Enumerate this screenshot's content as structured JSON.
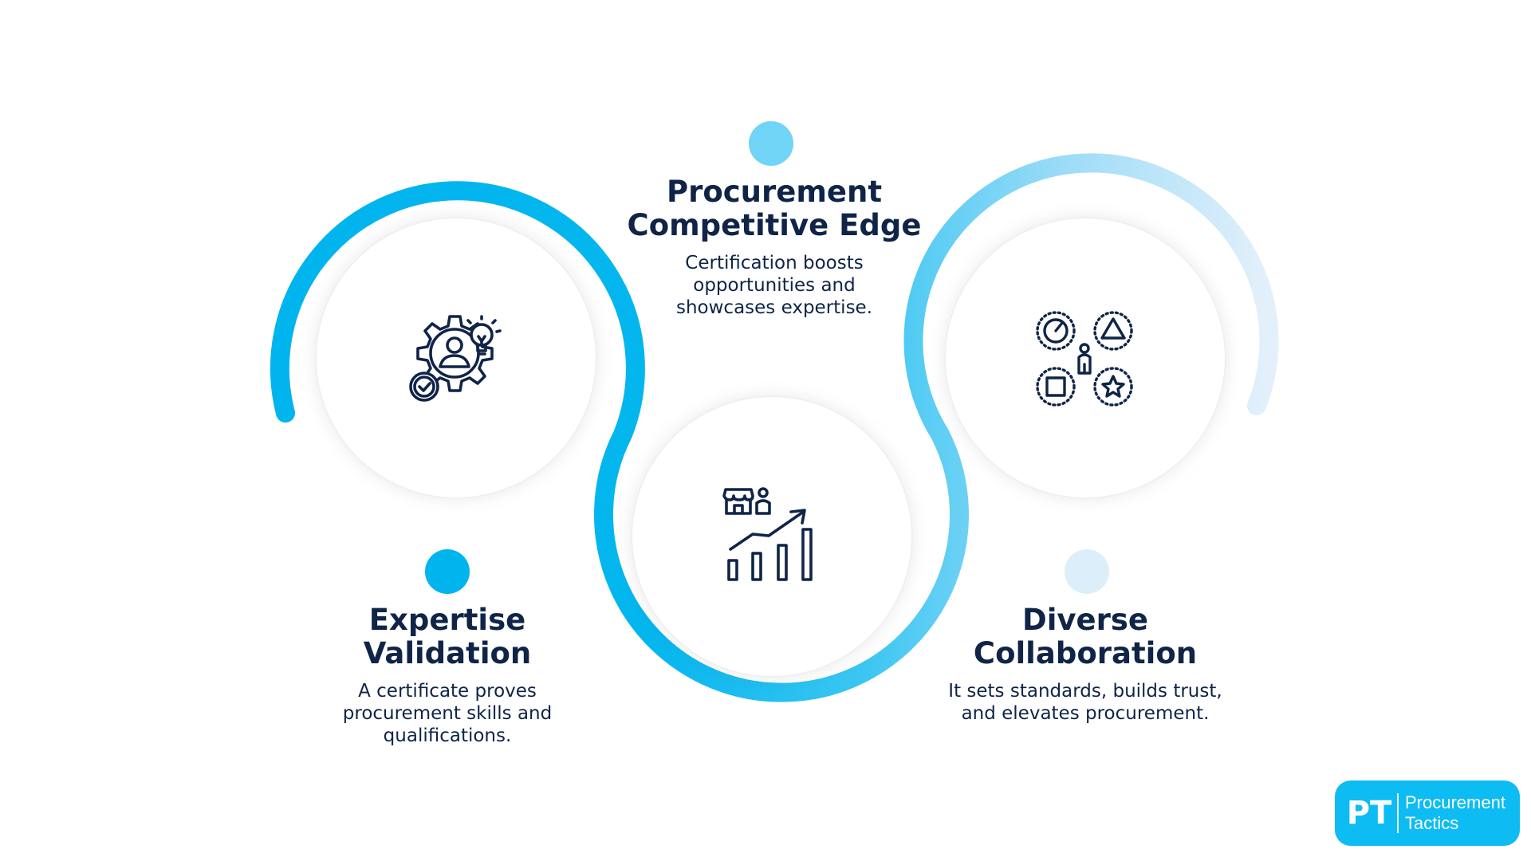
{
  "colors": {
    "accent": "#00b4ee",
    "accent_light": "#6fd4f5",
    "accent_pale": "#dceefa",
    "text_dark": "#0f2447",
    "icon_stroke": "#0f2447"
  },
  "center": {
    "title_lines": [
      "Procurement",
      "Competitive Edge"
    ],
    "desc_lines": [
      "Certification boosts",
      "opportunities and",
      "showcases expertise."
    ],
    "icon": "growth-chart-icon"
  },
  "left": {
    "title_lines": [
      "Expertise",
      "Validation"
    ],
    "desc_lines": [
      "A certificate proves",
      "procurement skills and",
      "qualifications."
    ],
    "icon": "gear-person-idea-icon"
  },
  "right": {
    "title_lines": [
      "Diverse",
      "Collaboration"
    ],
    "desc_lines": [
      "It sets standards, builds trust,",
      "and elevates procurement."
    ],
    "icon": "diversity-shapes-icon"
  },
  "logo": {
    "mark": "PT",
    "name_lines": [
      "Procurement",
      "Tactics"
    ]
  }
}
